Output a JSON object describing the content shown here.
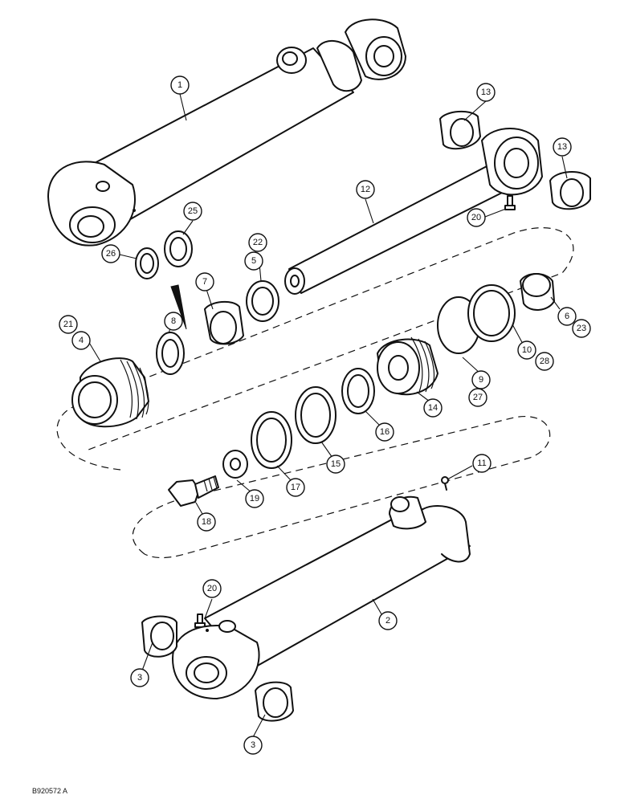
{
  "figure_id": "B920572 A",
  "callouts": {
    "c1": "1",
    "c2": "2",
    "c3a": "3",
    "c3b": "3",
    "c4": "4",
    "c21": "21",
    "c5": "5",
    "c22": "22",
    "c6": "6",
    "c23": "23",
    "c7": "7",
    "c8": "8",
    "c9": "9",
    "c27": "27",
    "c10": "10",
    "c28": "28",
    "c11": "11",
    "c12": "12",
    "c13a": "13",
    "c13b": "13",
    "c14": "14",
    "c15": "15",
    "c16": "16",
    "c17": "17",
    "c18": "18",
    "c19": "19",
    "c20a": "20",
    "c20b": "20",
    "c25": "25",
    "c26": "26"
  }
}
